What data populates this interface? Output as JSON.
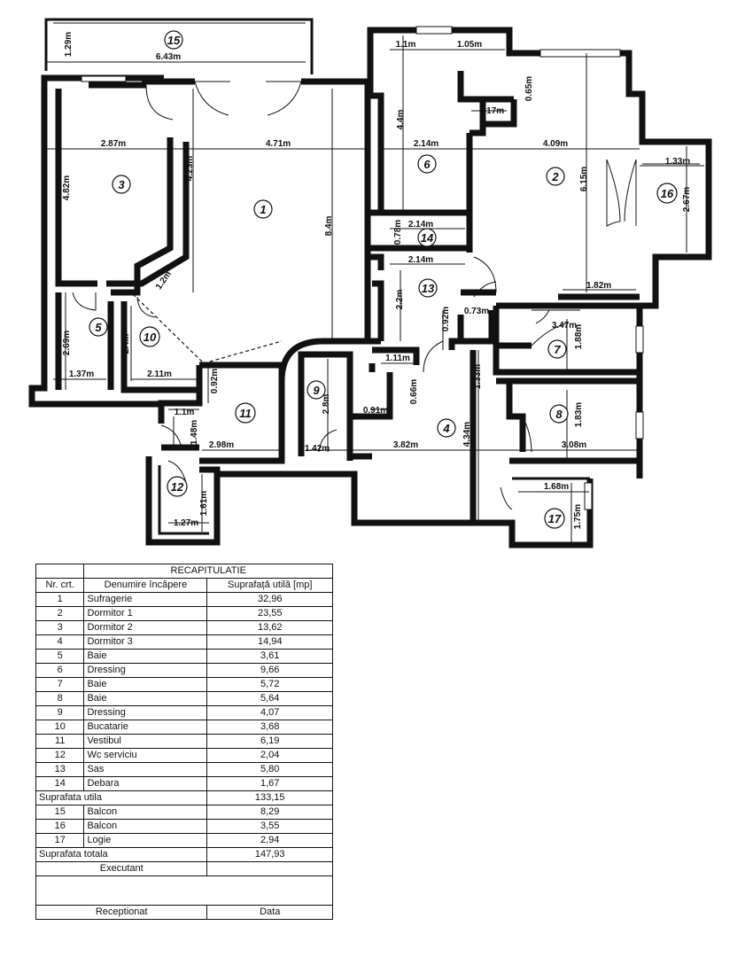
{
  "plan": {
    "rooms": [
      {
        "num": "1"
      },
      {
        "num": "2"
      },
      {
        "num": "3"
      },
      {
        "num": "4"
      },
      {
        "num": "5"
      },
      {
        "num": "6"
      },
      {
        "num": "7"
      },
      {
        "num": "8"
      },
      {
        "num": "9"
      },
      {
        "num": "10"
      },
      {
        "num": "11"
      },
      {
        "num": "12"
      },
      {
        "num": "13"
      },
      {
        "num": "14"
      },
      {
        "num": "15"
      },
      {
        "num": "16"
      },
      {
        "num": "17"
      }
    ],
    "dims": [
      "1.29m",
      "6.43m",
      "2.87m",
      "4.71m",
      "4.82m",
      "4.23m",
      "8.4m",
      "1.2m",
      "2.69m",
      "1.37m",
      "2.4m",
      "2.11m",
      "0.92m",
      "1.1m",
      "1.48m",
      "2.98m",
      "1.61m",
      "1.27m",
      "2.8m",
      "1.42m",
      "1.1m",
      "1.05m",
      "4.4m",
      "1.17m",
      "0.65m",
      "2.14m",
      "4.09m",
      "6.15m",
      "1.33m",
      "2.67m",
      "2.14m",
      "0.78m",
      "2.14m",
      "2.2m",
      "1.82m",
      "0.92m",
      "0.73m",
      "3.47m",
      "1.88m",
      "1.11m",
      "0.66m",
      "0.91m",
      "1.33m",
      "3.82m",
      "4.34m",
      "1.83m",
      "3.08m",
      "1.68m",
      "1.75m"
    ]
  },
  "table": {
    "title": "RECAPITULATIE",
    "headers": [
      "Nr. crt.",
      "Denumire încăpere",
      "Suprafață utilă [mp]"
    ],
    "rows": [
      {
        "nr": "1",
        "name": "Sufragerie",
        "area": "32,96"
      },
      {
        "nr": "2",
        "name": "Dormitor 1",
        "area": "23,55"
      },
      {
        "nr": "3",
        "name": "Dormitor 2",
        "area": "13,62"
      },
      {
        "nr": "4",
        "name": "Dormitor 3",
        "area": "14,94"
      },
      {
        "nr": "5",
        "name": "Baie",
        "area": "3,61"
      },
      {
        "nr": "6",
        "name": "Dressing",
        "area": "9,66"
      },
      {
        "nr": "7",
        "name": "Baie",
        "area": "5,72"
      },
      {
        "nr": "8",
        "name": "Baie",
        "area": "5,64"
      },
      {
        "nr": "9",
        "name": "Dressing",
        "area": "4,07"
      },
      {
        "nr": "10",
        "name": "Bucatarie",
        "area": "3,68"
      },
      {
        "nr": "11",
        "name": "Vestibul",
        "area": "6,19"
      },
      {
        "nr": "12",
        "name": "Wc serviciu",
        "area": "2,04"
      },
      {
        "nr": "13",
        "name": "Sas",
        "area": "5,80"
      },
      {
        "nr": "14",
        "name": "Debara",
        "area": "1,67"
      }
    ],
    "subtotal_label": "Suprafata utila",
    "subtotal_value": "133,15",
    "rows2": [
      {
        "nr": "15",
        "name": "Balcon",
        "area": "8,29"
      },
      {
        "nr": "16",
        "name": "Balcon",
        "area": "3,55"
      },
      {
        "nr": "17",
        "name": "Logie",
        "area": "2,94"
      }
    ],
    "total_label": "Suprafata totala",
    "total_value": "147,93",
    "executant_label": "Executant",
    "receptionat_label": "Receptionat",
    "data_label": "Data"
  }
}
